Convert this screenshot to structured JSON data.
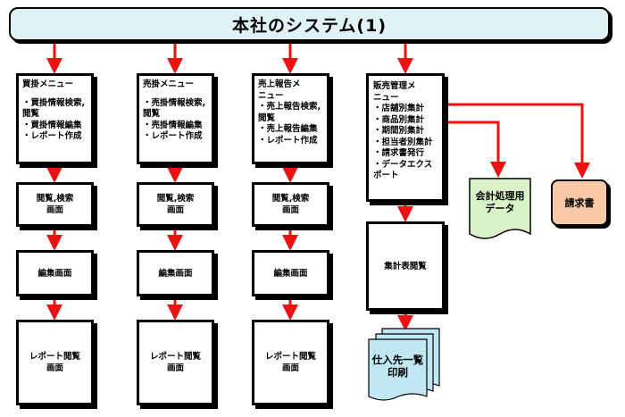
{
  "title": "本社のシステム(1)",
  "columns": [
    {
      "menu": {
        "title": "買掛メニュー",
        "items": [
          "・買掛情報検索,",
          "閲覧",
          "・買掛情報編集",
          "・レポート作成"
        ]
      },
      "search_screen": [
        "閲覧,検索",
        "画面"
      ],
      "edit_screen": "編集画面",
      "report_screen": [
        "レポート閲覧",
        "画面"
      ]
    },
    {
      "menu": {
        "title": "売掛メニュー",
        "items": [
          "・売掛情報検索,",
          "閲覧",
          "・売掛情報編集",
          "・レポート作成"
        ]
      },
      "search_screen": [
        "閲覧,検索",
        "画面"
      ],
      "edit_screen": "編集画面",
      "report_screen": [
        "レポート閲覧",
        "画面"
      ]
    },
    {
      "menu": {
        "title": "売上報告メ",
        "title2": "ニュー",
        "items": [
          "・売上報告検索,",
          "閲覧",
          "・売上報告編集",
          "・レポート作成"
        ]
      },
      "search_screen": [
        "閲覧,検索",
        "画面"
      ],
      "edit_screen": "編集画面",
      "report_screen": [
        "レポート閲覧",
        "画面"
      ]
    }
  ],
  "sales": {
    "title": "販売管理メ",
    "title2": "ニュー",
    "items": [
      "・店舗別集計",
      "・商品別集計",
      "・期間別集計",
      "・担当者別集計",
      "・請求書発行",
      "・データエクス",
      "ポート"
    ]
  },
  "summary_view": "集計表閲覧",
  "accounting_data": [
    "会計処理用",
    "データ"
  ],
  "invoice": "請求書",
  "supplier_list": [
    "仕入先一覧",
    "印刷"
  ],
  "colors": {
    "arrow": "#ee1111",
    "title_bg": "#dff2f8",
    "accounting_doc": "#d9f2c8",
    "invoice_bg": "#f9c9a6",
    "supplier_doc": "#bfe8f4"
  }
}
